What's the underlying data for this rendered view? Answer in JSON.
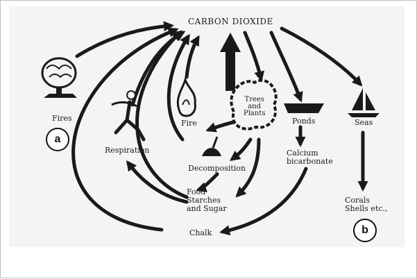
{
  "diagram": {
    "nodes": {
      "carbon_dioxide": "CARBON DIOXIDE",
      "fires_source": "Fires",
      "respiration": "Respiration",
      "fire": "Fire",
      "trees_plants": "Trees\nand\nPlants",
      "ponds": "Ponds",
      "seas": "Seas",
      "decomposition": "Decomposition",
      "calcium_bicarbonate": "Calcium\nbicarbonate",
      "food": "Food\nStarches\nand Sugar",
      "corals": "Corals\nShells etc.,",
      "chalk": "Chalk"
    },
    "badges": {
      "a": "a",
      "b": "b"
    }
  }
}
